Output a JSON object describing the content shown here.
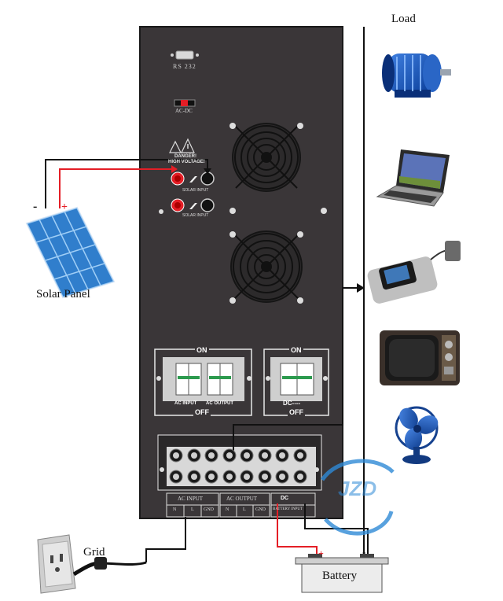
{
  "labels": {
    "load": "Load",
    "solar_panel": "Solar Panel",
    "grid": "Grid",
    "battery": "Battery"
  },
  "inverter": {
    "rs232": "RS 232",
    "ac_dc": "AC-DC",
    "warning_line1": "DANGER!",
    "warning_line2": "HIGH VOLTAGE!",
    "solar_input": "SOLAR INPUT",
    "breaker_left": {
      "on": "ON",
      "off": "OFF",
      "label_left": "AC INPUT",
      "label_right": "AC OUTPUT"
    },
    "breaker_right": {
      "on": "ON",
      "off": "OFF",
      "label": "DC----"
    },
    "terminal_headers": {
      "ac_input": "AC INPUT",
      "ac_output": "AC OUTPUT",
      "dc": "DC",
      "dc_sub": "BATTERY INPUT",
      "n1": "N",
      "l1": "L",
      "gnd1": "GND",
      "n2": "N",
      "l2": "L",
      "gnd2": "GND"
    }
  },
  "polarity": {
    "minus": "-",
    "plus": "+"
  },
  "watermark": "JZD",
  "colors": {
    "panel": "#3a3638",
    "wire_red": "#e41e26",
    "wire_black": "#111111",
    "solar_blue": "#2f8fe0"
  },
  "icons": [
    "motor-icon",
    "laptop-icon",
    "phone-charger-icon",
    "tv-icon",
    "fan-icon",
    "wall-outlet-icon",
    "solar-panel-icon",
    "battery-icon"
  ]
}
